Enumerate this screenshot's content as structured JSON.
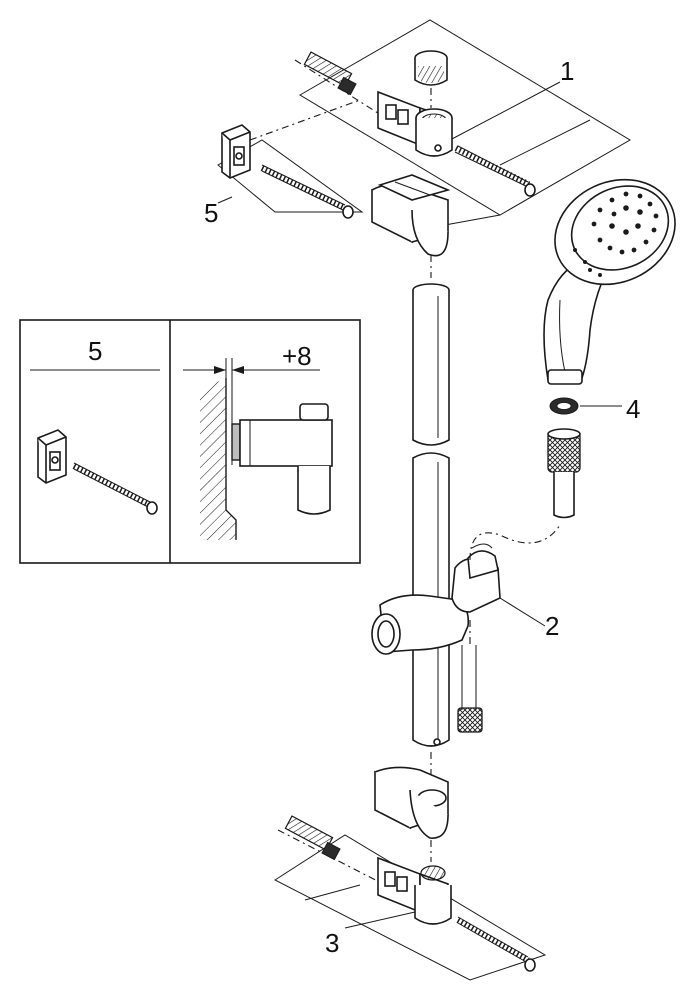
{
  "callouts": {
    "c1": "1",
    "c2": "2",
    "c3": "3",
    "c4": "4",
    "c5": "5"
  },
  "inset": {
    "left_title": "5",
    "right_dimension": "+8"
  },
  "colors": {
    "line": "#1a1a1a",
    "shade": "#bdbdbd",
    "dark": "#2b2b2b"
  }
}
